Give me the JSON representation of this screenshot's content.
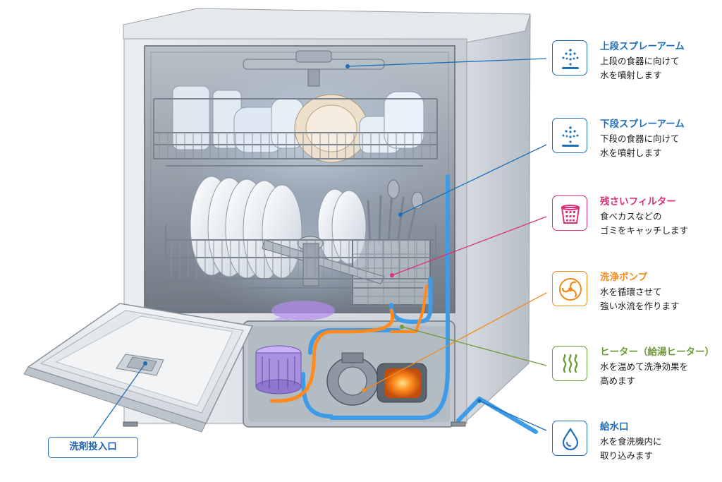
{
  "colors": {
    "blue": "#1f6fb8",
    "pink": "#d8317a",
    "orange": "#f08a1c",
    "green": "#6f9a3a",
    "water": "#3e9be8",
    "hot": "#ff8a1f"
  },
  "callouts": [
    {
      "id": "upper",
      "icon": "spray-arm-icon",
      "title": "上段スプレーアーム",
      "line1": "上段の食器に向けて",
      "line2": "水を噴射します"
    },
    {
      "id": "lower",
      "icon": "spray-arm-icon",
      "title": "下段スプレーアーム",
      "line1": "下段の食器に向けて",
      "line2": "水を噴射します"
    },
    {
      "id": "filter",
      "icon": "filter-basket-icon",
      "title": "残さいフィルター",
      "line1": "食べカスなどの",
      "line2": "ゴミをキャッチします"
    },
    {
      "id": "pump",
      "icon": "pump-impeller-icon",
      "title": "洗浄ポンプ",
      "line1": "水を循環させて",
      "line2": "強い水流を作ります"
    },
    {
      "id": "heater",
      "icon": "heat-waves-icon",
      "title": "ヒーター（給湯ヒーター）",
      "line1": "水を温めて洗浄効果を",
      "line2": "高めます"
    },
    {
      "id": "inlet",
      "icon": "water-drop-icon",
      "title": "給水口",
      "line1": "水を食洗機内に",
      "line2": "取り込みます"
    }
  ],
  "detergent": {
    "label": "洗剤投入口"
  }
}
